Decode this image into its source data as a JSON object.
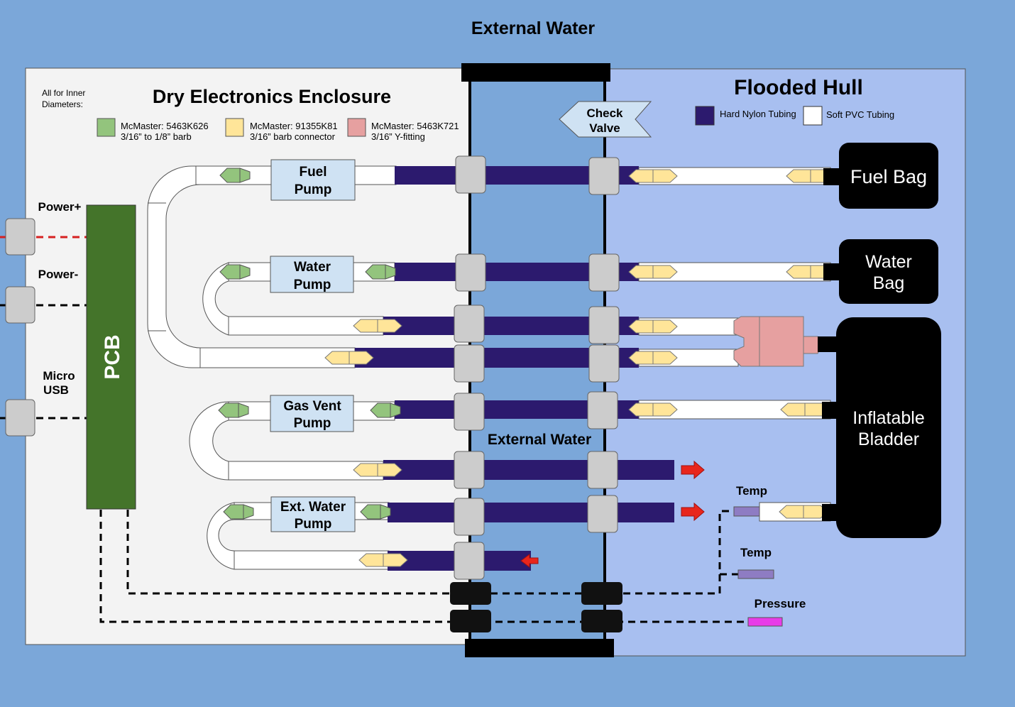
{
  "titles": {
    "external_water_top": "External Water",
    "external_water_mid": "External Water",
    "dry_enclosure": "Dry Electronics Enclosure",
    "flooded_hull": "Flooded Hull"
  },
  "legend": {
    "note_line1": "All for Inner",
    "note_line2": "Diameters:",
    "items": [
      {
        "line1": "McMaster: 5463K626",
        "line2": "3/16” to 1/8” barb",
        "color": "#93c47d"
      },
      {
        "line1": "McMaster: 91355K81",
        "line2": "3/16” barb connector",
        "color": "#ffe599"
      },
      {
        "line1": "McMaster: 5463K721",
        "line2": "3/16” Y-fitting",
        "color": "#e6a0a0"
      }
    ],
    "tubing": [
      {
        "label": "Hard Nylon Tubing",
        "color": "#2c1a6e"
      },
      {
        "label": "Soft PVC Tubing",
        "color": "#ffffff"
      }
    ]
  },
  "pumps": [
    {
      "line1": "Fuel",
      "line2": "Pump"
    },
    {
      "line1": "Water",
      "line2": "Pump"
    },
    {
      "line1": "Gas Vent",
      "line2": "Pump"
    },
    {
      "line1": "Ext. Water",
      "line2": "Pump"
    }
  ],
  "check_valve": {
    "line1": "Check",
    "line2": "Valve"
  },
  "bags": {
    "fuel": "Fuel Bag",
    "water_line1": "Water",
    "water_line2": "Bag",
    "bladder_line1": "Inflatable",
    "bladder_line2": "Bladder"
  },
  "pcb": "PCB",
  "ports": {
    "power_plus": "Power+",
    "power_minus": "Power-",
    "micro_usb_line1": "Micro",
    "micro_usb_line2": "USB"
  },
  "sensors": {
    "temp1": "Temp",
    "temp2": "Temp",
    "pressure": "Pressure"
  },
  "colors": {
    "background": "#7ba7d9",
    "dry": "#f3f3f3",
    "flooded": "#a8bff0",
    "nylon": "#2c1a6e",
    "pcb": "#44742a",
    "pressure_sensor": "#e83ce8",
    "temp_sensor": "#8e7cc3",
    "arrow": "#e8261c"
  }
}
